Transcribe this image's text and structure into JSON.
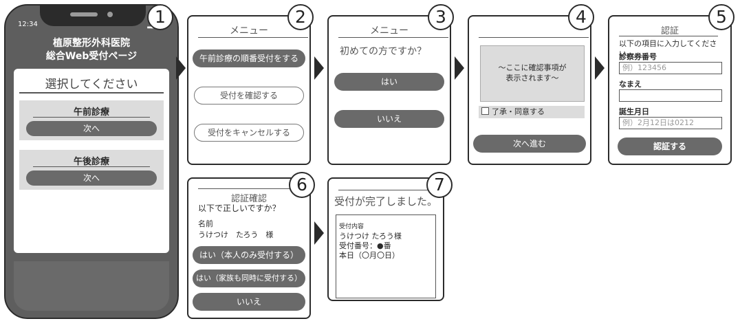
{
  "screens": {
    "s1": {
      "number": "1",
      "time": "12:34",
      "signal": "▂▄▆",
      "title_line1": "植原整形外科医院",
      "title_line2": "総合Web受付ページ",
      "select_label": "選択してください",
      "am_label": "午前診療",
      "am_next": "次へ",
      "pm_label": "午後診療",
      "pm_next": "次へ"
    },
    "s2": {
      "number": "2",
      "title": "メニュー",
      "btn_order": "午前診療の順番受付をする",
      "btn_confirm": "受付を確認する",
      "btn_cancel": "受付をキャンセルする"
    },
    "s3": {
      "number": "3",
      "title": "メニュー",
      "question": "初めての方ですか？",
      "yes": "はい",
      "no": "いいえ"
    },
    "s4": {
      "number": "4",
      "terms_line1": "〜ここに確認事項が",
      "terms_line2": "表示されます〜",
      "agree": "了承・同意する",
      "next": "次へ進む"
    },
    "s5": {
      "number": "5",
      "title": "認証",
      "instruction": "以下の項目に入力してください。",
      "card_label": "診察券番号",
      "card_placeholder": "例）123456",
      "name_label": "なまえ",
      "birth_label": "誕生月日",
      "birth_placeholder": "例）2月12日は0212",
      "submit": "認証する"
    },
    "s6": {
      "number": "6",
      "title": "認証確認",
      "question": "以下で正しいですか？",
      "name_label": "名前",
      "name_value": "うけつけ　たろう　様",
      "btn_self": "はい（本人のみ受付する）",
      "btn_family": "はい（家族も同時に受付する）",
      "btn_no": "いいえ"
    },
    "s7": {
      "number": "7",
      "title": "受付が完了しました。",
      "content_label": "受付内容",
      "content_name": "うけつけ たろう様",
      "content_number": "受付番号：●番",
      "content_date": "本日（〇月〇日）"
    }
  },
  "colors": {
    "outline": "#2b2b2b",
    "button": "#6a6a6a",
    "panel_fill": "#dcdcdc",
    "phone_body": "#5e5e5e"
  }
}
